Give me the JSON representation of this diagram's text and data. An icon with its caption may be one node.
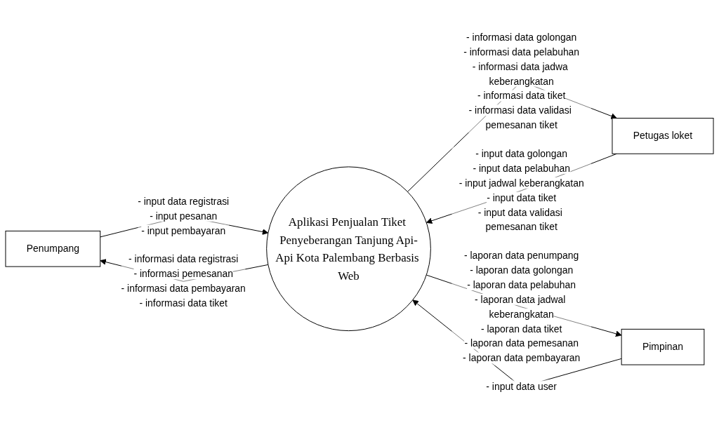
{
  "diagram": {
    "nodes": [
      {
        "text": [
          "Penumpang"
        ]
      },
      {
        "text": [
          "Petugas loket"
        ]
      },
      {
        "text": [
          "Aplikasi Penjualan Tiket Penyeberangan Tanjung Api-Api Kota Palembang Berbasis Web"
        ]
      },
      {
        "text": [
          "Pimpinan"
        ]
      }
    ],
    "edges": [
      {
        "from": 0,
        "to": 2,
        "arrow": "to",
        "label": "- input data registrasi - input pesanan - input pembayaran"
      },
      {
        "from": 2,
        "to": 0,
        "arrow": "to",
        "label": "- informasi data registrasi - informasi pemesanan - informasi data pembayaran - informasi data tiket"
      },
      {
        "from": 1,
        "to": 2,
        "arrow": "to",
        "label": "- input data golongan - input data pelabuhan - input jadwal keberangkatan - input data tiket - input data validasi pemesanan tiket"
      },
      {
        "from": 2,
        "to": 1,
        "arrow": "to",
        "label": "- informasi data golongan - informasi data pelabuhan - informasi data jadwa keberangkatan - informasi data tiket - informasi data validasi pemesanan tiket"
      },
      {
        "from": 2,
        "to": 3,
        "arrow": "to",
        "label": "- laporan data penumpang - laporan data golongan - laporan data pelabuhan - laporan data jadwal keberangkatan - laporan data tiket - laporan data pemesanan - laporan data pembayaran"
      },
      {
        "from": 3,
        "to": 2,
        "arrow": "to",
        "label": "- input data user"
      }
    ]
  }
}
